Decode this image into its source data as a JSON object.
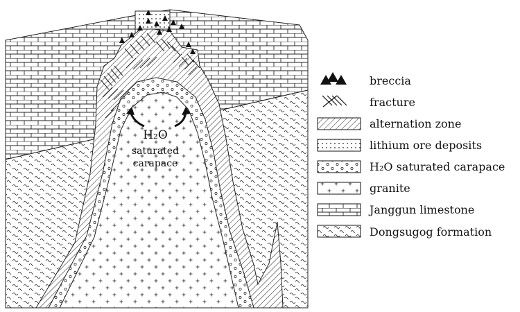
{
  "diagram": {
    "labels": {
      "h2o": "H₂O",
      "saturated": "saturated",
      "carapace": "carapace"
    }
  },
  "legend": {
    "items": [
      {
        "key": "breccia",
        "label": "breccia"
      },
      {
        "key": "fracture",
        "label": "fracture"
      },
      {
        "key": "alternation",
        "label": "alternation zone"
      },
      {
        "key": "lithium",
        "label": "lithium ore deposits"
      },
      {
        "key": "carapace",
        "label": "H₂O saturated carapace"
      },
      {
        "key": "granite",
        "label": "granite"
      },
      {
        "key": "limestone",
        "label": "Janggun limestone"
      },
      {
        "key": "dongsugog",
        "label": "Dongsugog formation"
      }
    ]
  }
}
